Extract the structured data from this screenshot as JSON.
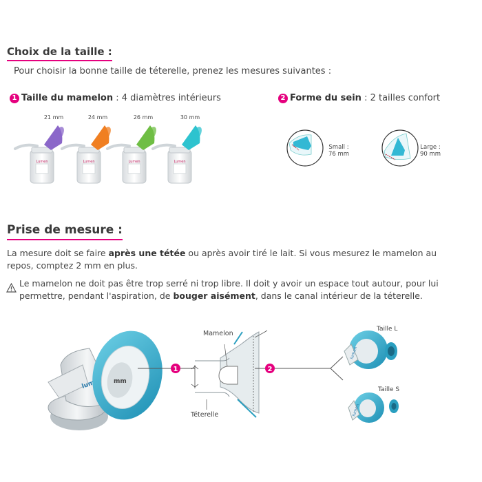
{
  "section1": {
    "title": "Choix de la taille :",
    "intro": "Pour choisir la bonne taille de téterelle, prenez les mesures suivantes :",
    "item1": {
      "number": "1",
      "label": "Taille du mamelon",
      "text": " : 4 diamètres intérieurs"
    },
    "item2": {
      "number": "2",
      "label": "Forme du sein",
      "text": " : 2 tailles confort"
    },
    "sizes": [
      {
        "label": "21 mm",
        "color": "#8b67c9"
      },
      {
        "label": "24 mm",
        "color": "#f07f22"
      },
      {
        "label": "26 mm",
        "color": "#6fbe44"
      },
      {
        "label": "30 mm",
        "color": "#2ec3cf"
      }
    ],
    "bottle_brand": "Lumen",
    "shapes": [
      {
        "line1": "Small :",
        "line2": "76 mm"
      },
      {
        "line1": "Large :",
        "line2": "90 mm"
      }
    ]
  },
  "section2": {
    "title": "Prise de mesure :",
    "para_a": "La mesure doit se faire ",
    "para_b": "après une tétée",
    "para_c": " ou après avoir tiré le lait. Si vous mesurez le mamelon au",
    "para_line2": "repos, comptez 2 mm en plus.",
    "warn_a": "Le mamelon ne doit pas être trop serré ni trop libre. Il doit y avoir un espace tout autour, pour lui",
    "warn_b": "permettre, pendant l'aspiration, de ",
    "warn_c": "bouger aisément",
    "warn_d": ", dans le canal intérieur de la téterelle.",
    "diagram": {
      "mamelon": "Mamelon",
      "teterelle": "Téterelle",
      "n1": "1",
      "n2": "2",
      "size_l": "Taille L",
      "size_s": "Taille S",
      "device_brand": "lumen",
      "device_mark": "mm"
    }
  },
  "colors": {
    "accent": "#e5007e",
    "blue": "#2a9fc0",
    "text": "#3a3a3a"
  }
}
